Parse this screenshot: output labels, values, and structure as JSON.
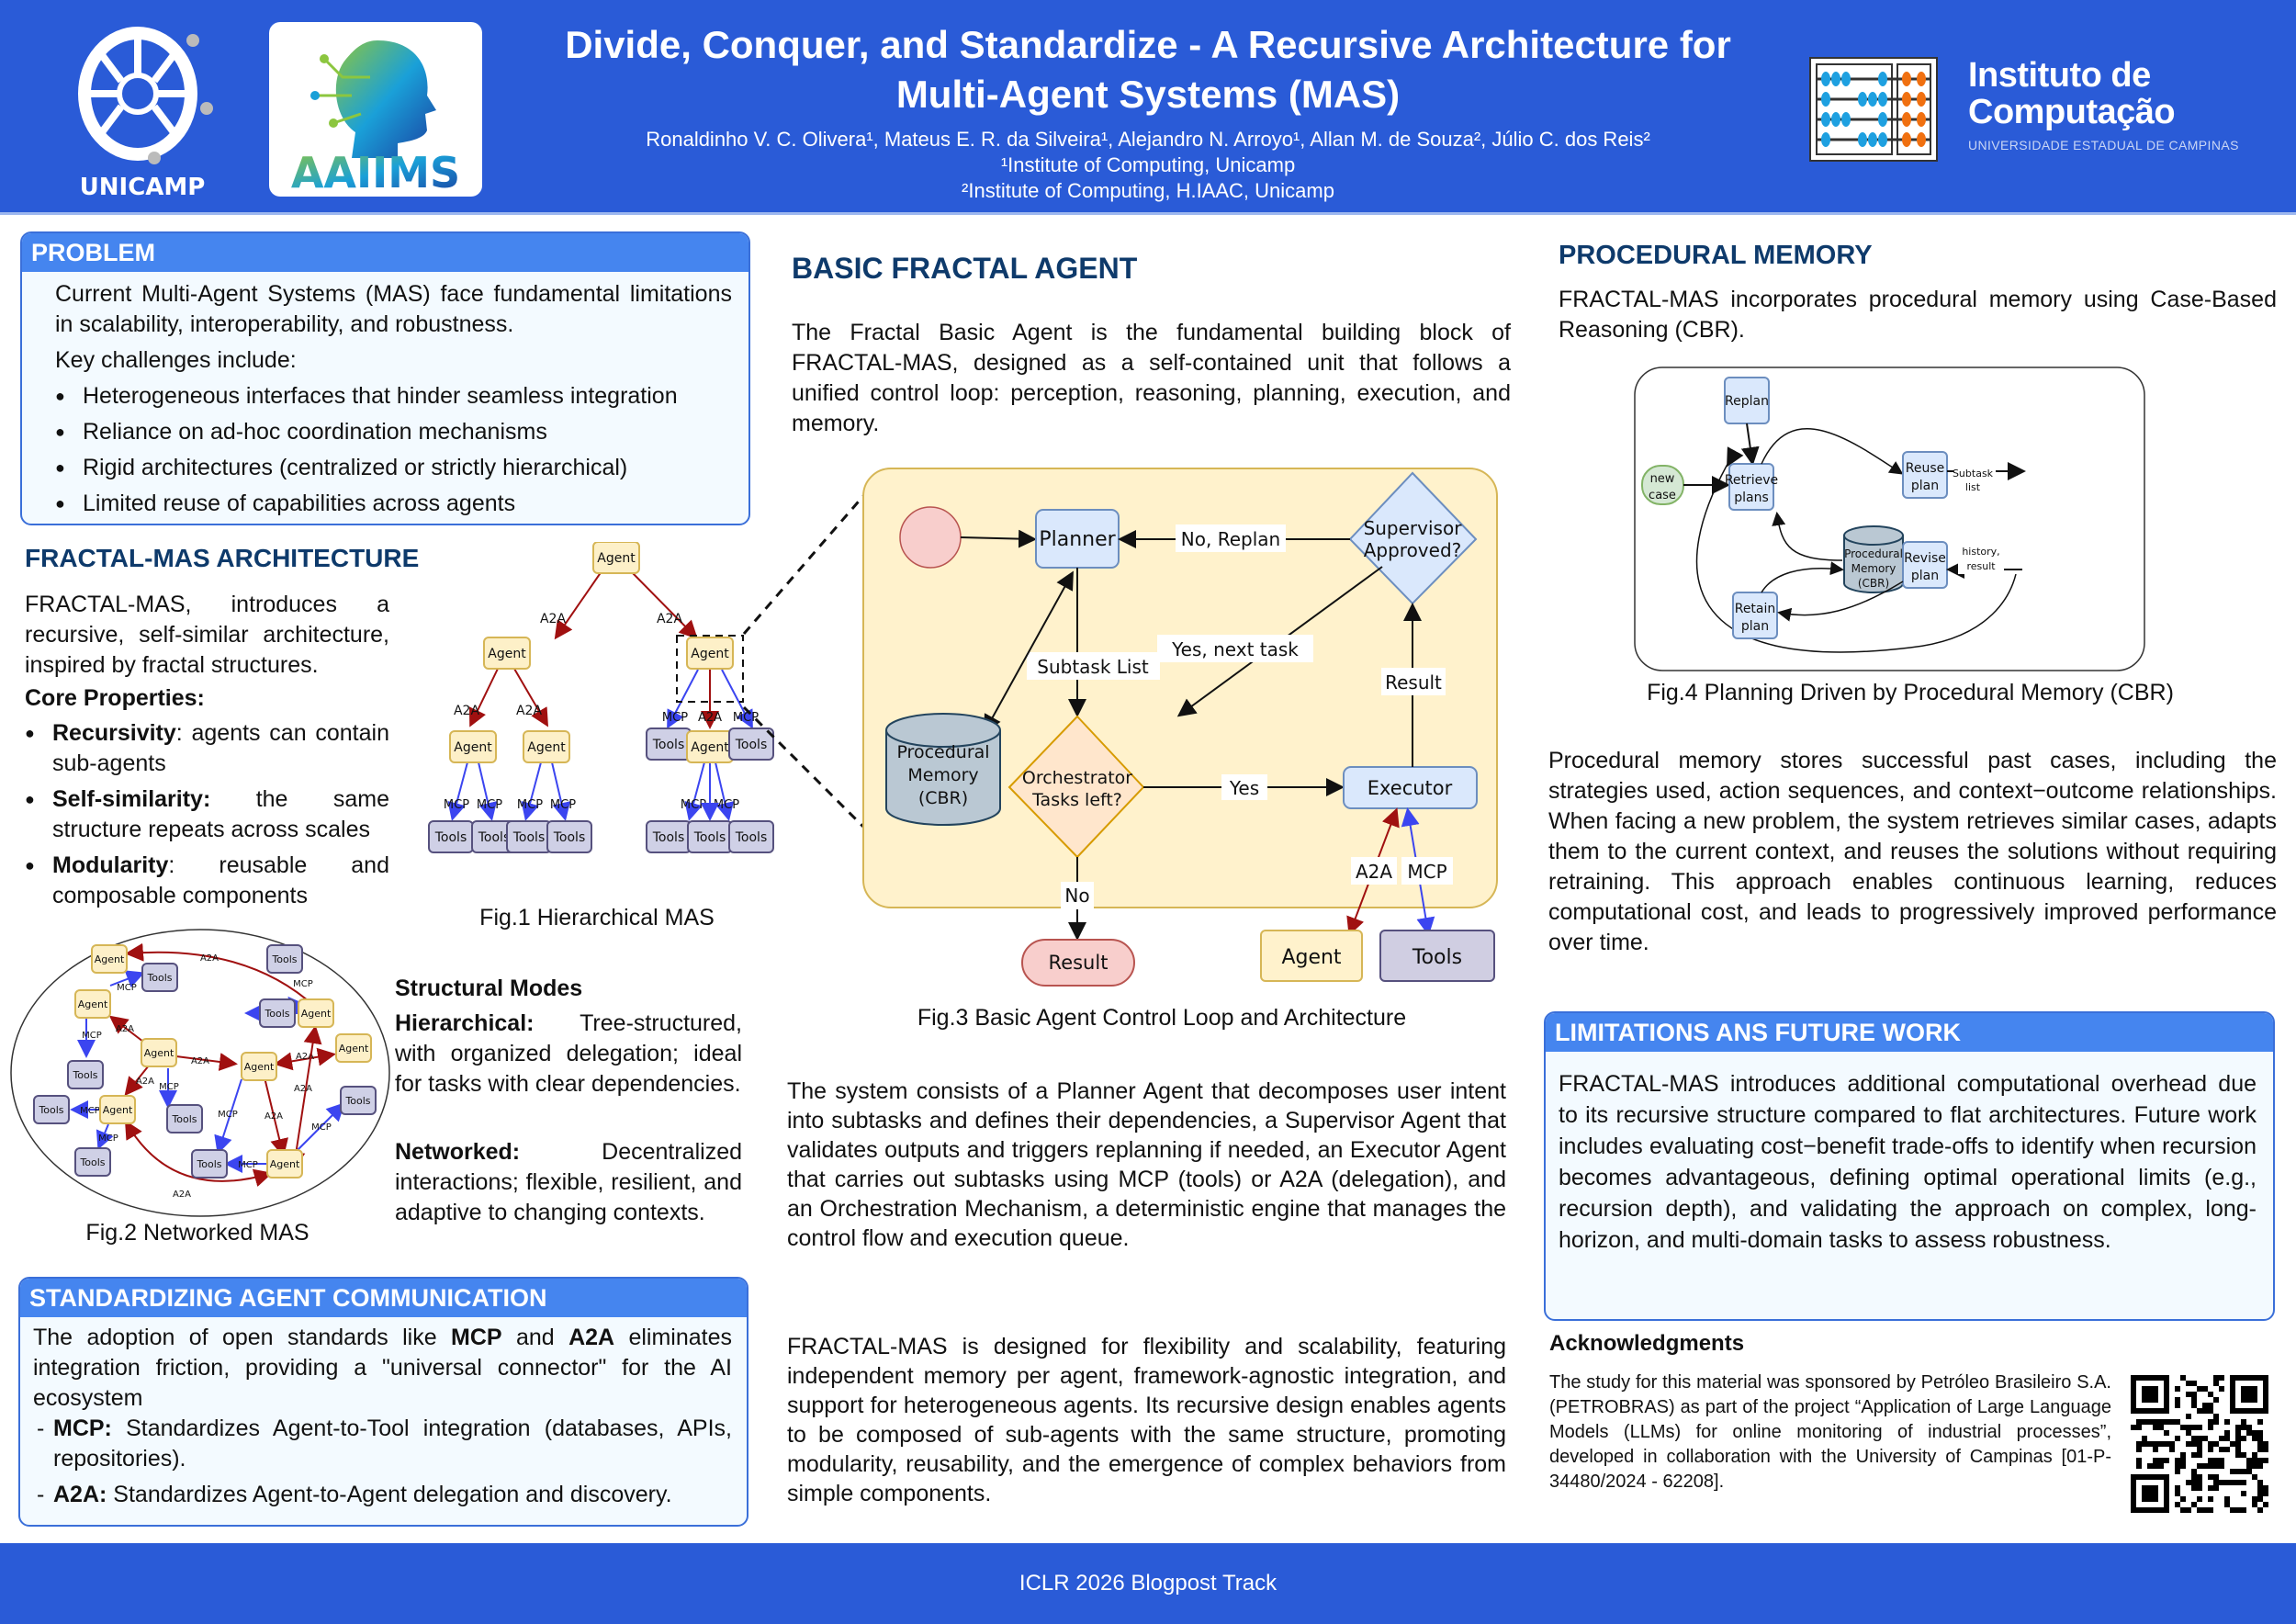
{
  "header": {
    "title_line1": "Divide, Conquer, and Standardize - A Recursive Architecture for",
    "title_line2": "Multi-Agent Systems (MAS)",
    "authors": "Ronaldinho V. C. Olivera¹, Mateus E. R. da Silveira¹, Alejandro N. Arroyo¹, Allan M. de Souza², Júlio C. dos Reis²",
    "affiliation1": "¹Institute of Computing, Unicamp",
    "affiliation2": "²Institute of Computing, H.IAAC, Unicamp",
    "logos": {
      "unicamp": "UNICAMP",
      "aaiims": "AAIIMS",
      "ic_line1": "Instituto de",
      "ic_line2": "Computação",
      "ic_line3": "UNIVERSIDADE ESTADUAL DE CAMPINAS"
    }
  },
  "problem": {
    "heading": "PROBLEM",
    "intro": "Current Multi-Agent Systems (MAS) face fundamental limitations in scalability, interoperability, and robustness.",
    "lead": "Key challenges include:",
    "items": [
      "Heterogeneous interfaces that hinder seamless integration",
      "Reliance on ad-hoc coordination mechanisms",
      "Rigid architectures (centralized or strictly hierarchical)",
      "Limited reuse of capabilities across agents"
    ]
  },
  "architecture": {
    "heading": "FRACTAL-MAS ARCHITECTURE",
    "intro": "FRACTAL-MAS, introduces a recursive, self-similar architecture, inspired by fractal structures.",
    "core_heading": "Core Properties:",
    "properties": [
      {
        "term": "Recursivity",
        "sep": ": ",
        "desc": "agents can contain sub-agents"
      },
      {
        "term": "Self-similarity:",
        "sep": " ",
        "desc": "the same structure repeats across scales"
      },
      {
        "term": "Modularity",
        "sep": ": ",
        "desc": "reusable and composable components"
      }
    ],
    "fig1_caption": "Fig.1 Hierarchical MAS",
    "fig2_caption": "Fig.2 Networked MAS",
    "modes_heading": "Structural Modes",
    "modes": [
      {
        "term": "Hierarchical:",
        "desc": "Tree-structured, with organized delegation; ideal for tasks with clear dependencies."
      },
      {
        "term": "Networked:",
        "desc": "Decentralized interactions; flexible, resilient, and adaptive to changing contexts."
      }
    ],
    "diagram_labels": {
      "agent": "Agent",
      "tools": "Tools",
      "a2a": "A2A",
      "mcp": "MCP"
    }
  },
  "standardizing": {
    "heading": "STANDARDIZING AGENT COMMUNICATION",
    "intro_pre": "The adoption of open standards like ",
    "intro_b1": "MCP",
    "intro_mid": " and ",
    "intro_b2": "A2A",
    "intro_post": " eliminates integration friction, providing a \"universal connector\" for the AI ecosystem",
    "items": [
      {
        "term": "MCP:",
        "desc": "Standardizes Agent-to-Tool integration (databases, APIs, repositories)."
      },
      {
        "term": "A2A:",
        "desc": "Standardizes Agent-to-Agent delegation and discovery."
      }
    ]
  },
  "basic_agent": {
    "heading": "BASIC FRACTAL AGENT",
    "intro": "The Fractal Basic Agent is the fundamental building block of FRACTAL-MAS, designed as a self-contained unit that follows a unified control loop: perception, reasoning, planning, execution, and memory.",
    "fig3": {
      "planner": "Planner",
      "supervisor_l1": "Supervisor",
      "supervisor_l2": "Approved?",
      "no_replan": "No, Replan",
      "subtask_list": "Subtask List",
      "yes_next": "Yes, next task",
      "result_label": "Result",
      "memory_l1": "Procedural",
      "memory_l2": "Memory",
      "memory_l3": "(CBR)",
      "orch_l1": "Orchestrator",
      "orch_l2": "Tasks left?",
      "yes": "Yes",
      "executor": "Executor",
      "no": "No",
      "result_node": "Result",
      "a2a": "A2A",
      "mcp": "MCP",
      "agent": "Agent",
      "tools": "Tools"
    },
    "fig3_caption": "Fig.3 Basic Agent Control Loop and Architecture",
    "para2": "The system consists of a Planner Agent that decomposes user intent into subtasks and defines their dependencies, a Supervisor Agent that validates outputs and triggers replanning if needed, an Executor Agent that carries out subtasks using MCP (tools) or A2A (delegation), and an Orchestration Mechanism, a deterministic engine that manages the control flow and execution queue.",
    "para3": "FRACTAL-MAS is designed for flexibility and scalability, featuring independent memory per agent, framework-agnostic integration, and support for heterogeneous agents. Its recursive design enables agents to be composed of sub-agents with the same structure, promoting modularity, reusability, and the emergence of complex behaviors from simple components."
  },
  "procedural_memory": {
    "heading": "PROCEDURAL MEMORY",
    "intro": "FRACTAL-MAS incorporates procedural memory using Case-Based Reasoning (CBR).",
    "fig4": {
      "replan": "Replan",
      "new_case_l1": "new",
      "new_case_l2": "case",
      "retrieve_l1": "Retrieve",
      "retrieve_l2": "plans",
      "memory_l1": "Procedural",
      "memory_l2": "Memory",
      "memory_l3": "(CBR)",
      "reuse_l1": "Reuse",
      "reuse_l2": "plan",
      "subtask_l1": "Subtask",
      "subtask_l2": "list",
      "revise_l1": "Revise",
      "revise_l2": "plan",
      "history_l1": "history,",
      "history_l2": "result",
      "retain_l1": "Retain",
      "retain_l2": "plan"
    },
    "fig4_caption": "Fig.4 Planning Driven by Procedural Memory (CBR)",
    "para": "Procedural memory stores successful past cases, including the strategies used, action sequences, and context−outcome relationships. When facing a new problem, the system retrieves similar cases, adapts them to the current context, and reuses the solutions without requiring retraining. This approach enables continuous learning, reduces computational cost, and leads to progressively improved performance over time."
  },
  "limitations": {
    "heading": "LIMITATIONS ANS FUTURE WORK",
    "body": "FRACTAL-MAS introduces additional computational overhead due to its recursive structure compared to flat architectures. Future work includes evaluating cost−benefit trade-offs to identify when recursion becomes advantageous, defining optimal operational limits (e.g., recursion depth), and validating the approach on complex, long-horizon, and multi-domain tasks to assess robustness."
  },
  "acknowledgments": {
    "heading": "Acknowledgments",
    "body": "The study for this material was sponsored by Petróleo Brasileiro S.A. (PETROBRAS) as part of the project “Application of Large Language Models (LLMs) for online monitoring of industrial processes”, developed in collaboration with the University of Campinas [01-P-34480/2024 - 62208]."
  },
  "footer": {
    "text": "ICLR 2026 Blogpost Track"
  },
  "colors": {
    "brand_blue": "#2a5bd7",
    "header_blue": "#4585ef",
    "heading_navy": "#0e3a6b",
    "agent_fill": "#fdf0c8",
    "tools_fill": "#cfd0e6",
    "a2a_red": "#a01010",
    "mcp_blue": "#3b45f0"
  }
}
